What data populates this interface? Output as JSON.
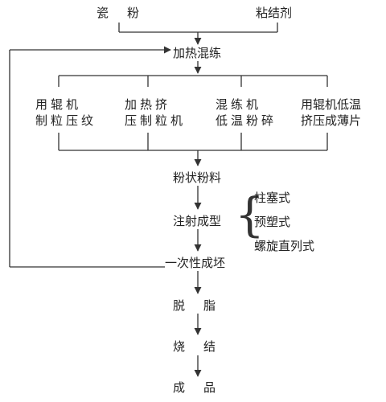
{
  "inputs": {
    "ceramic_powder": "瓷　粉",
    "binder": "粘结剂"
  },
  "steps": {
    "heat_mix": "加热混练",
    "powder": "粉状粉料",
    "injection": "注射成型",
    "green_body": "一次性成坯",
    "debinding": "脱　脂",
    "sintering": "烧　结",
    "product": "成　品"
  },
  "methods": [
    {
      "line1": "用辊机",
      "line2": "制粒压纹"
    },
    {
      "line1": "加热挤",
      "line2": "压制粒机"
    },
    {
      "line1": "混练机",
      "line2": "低温粉碎"
    },
    {
      "line1": "用辊机低温",
      "line2": "挤压成薄片"
    }
  ],
  "injection_types": [
    "柱塞式",
    "预塑式",
    "螺旋直列式"
  ]
}
